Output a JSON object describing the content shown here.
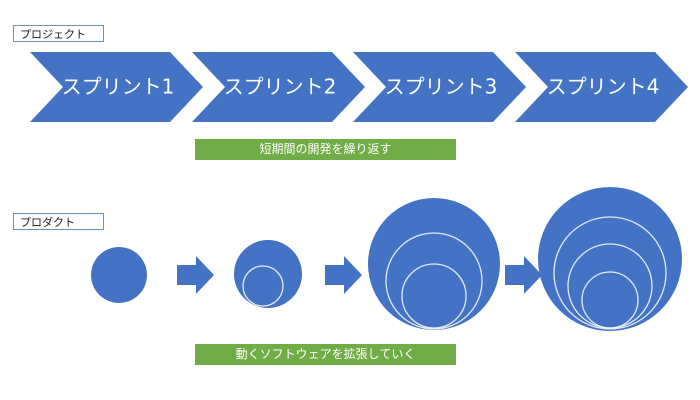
{
  "project": {
    "label": "プロジェクト",
    "sprints": [
      {
        "label": "スプリント1"
      },
      {
        "label": "スプリント2"
      },
      {
        "label": "スプリント3"
      },
      {
        "label": "スプリント4"
      }
    ],
    "banner": "短期間の開発を繰り返す"
  },
  "product": {
    "label": "プロダクト",
    "banner": "動くソフトウェアを拡張していく"
  },
  "colors": {
    "shape_blue": "#4472c4",
    "banner_green": "#70ad47",
    "label_border": "#6d8fc8",
    "inner_ring": "#ffffff"
  }
}
